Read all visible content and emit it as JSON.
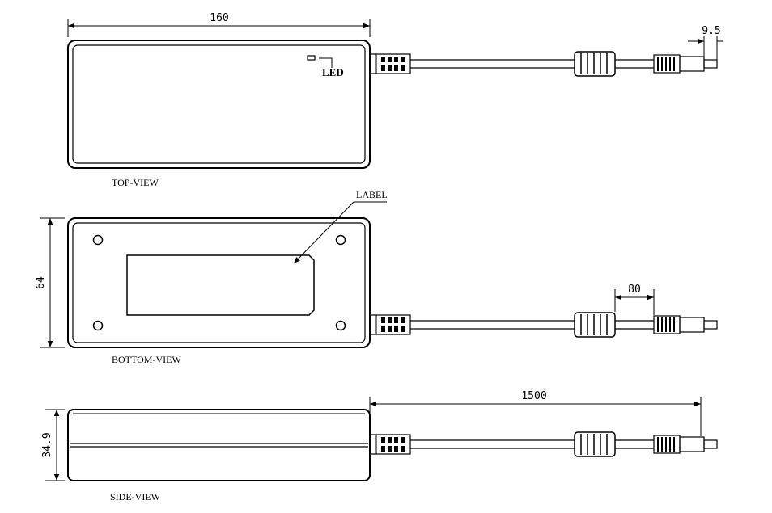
{
  "dimensions": {
    "top_length": "160",
    "tip_length": "9.5",
    "height": "64",
    "cable_end": "80",
    "cable_length": "1500",
    "thickness": "34.9"
  },
  "callouts": {
    "led": "LED",
    "label": "LABEL"
  },
  "views": {
    "top": "TOP-VIEW",
    "bottom": "BOTTOM-VIEW",
    "side": "SIDE-VIEW"
  }
}
